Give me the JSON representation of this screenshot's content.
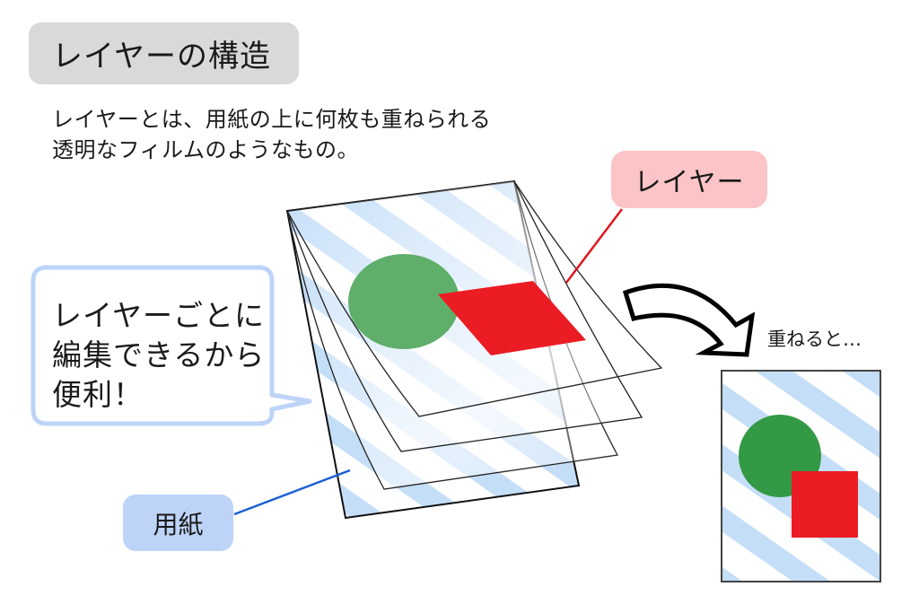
{
  "title": "レイヤーの構造",
  "description": {
    "lines": [
      "レイヤーとは、用紙の上に何枚も重ねられる",
      "透明なフィルムのようなもの。"
    ]
  },
  "labels": {
    "layer": "レイヤー",
    "paper": "用紙",
    "result": "重ねると…"
  },
  "speech_bubble": {
    "lines": [
      "レイヤーごとに",
      "編集できるから",
      "便利！"
    ]
  },
  "colors": {
    "title_bg": "#d9d9d9",
    "layer_label_bg": "#fbc4c6",
    "paper_label_bg": "#bdd4f8",
    "bubble_border": "#bdd4f8",
    "stripe": "#c4def8",
    "circle": "#339944",
    "square": "#ec1c24",
    "layer_leader": "#e0141e",
    "paper_leader": "#1a5fd6"
  },
  "diagram": {
    "stack_layers": 3,
    "shapes": [
      "green-circle",
      "red-square"
    ]
  }
}
